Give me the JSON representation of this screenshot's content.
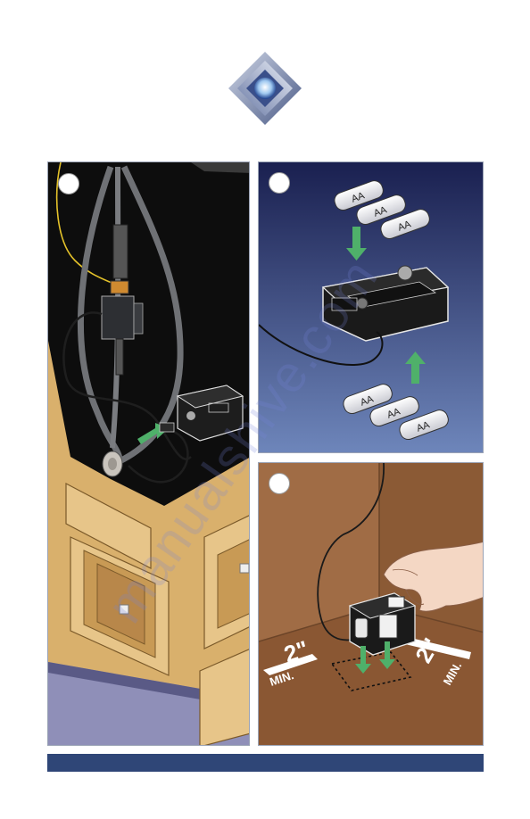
{
  "steps": [
    {
      "id": "step1"
    },
    {
      "id": "step2",
      "battery_labels": [
        "AA",
        "AA",
        "AA",
        "AA",
        "AA",
        "AA"
      ]
    },
    {
      "id": "step3",
      "clearance_left": "2\"",
      "clearance_right": "2\"",
      "clearance_min_left": "MIN.",
      "clearance_min_right": "MIN."
    }
  ],
  "colors": {
    "footer_bar": "#2f4677",
    "arrow_green": "#4fb06a",
    "panel2_gradient_top": "#1a2050",
    "panel2_gradient_bottom": "#6e86bb",
    "cabinet_wood": "#d9b06c",
    "wall_brown": "#a06c45"
  },
  "watermark": "manualshive.com"
}
